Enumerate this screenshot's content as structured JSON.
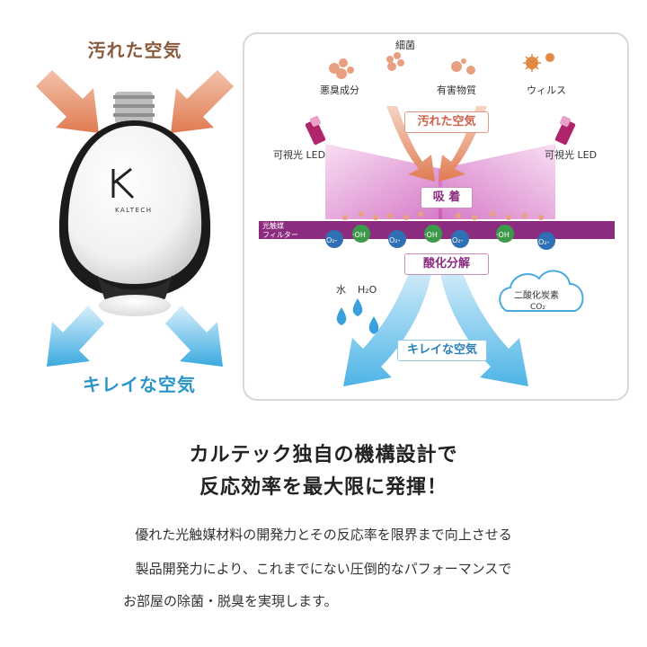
{
  "left": {
    "dirty_air_label": "汚れた空気",
    "clean_air_label": "キレイな空気",
    "bulb_brand": "KALTECH"
  },
  "diagram": {
    "germs": "細菌",
    "odor": "悪臭成分",
    "harmful": "有害物質",
    "virus": "ウィルス",
    "dirty_air": "汚れた空気",
    "led_left": "可視光 LED",
    "led_right": "可視光 LED",
    "adsorption": "吸 着",
    "filter_line1": "光触媒",
    "filter_line2": "フィルター",
    "o2": "O₂-",
    "oh": "·OH",
    "oxidation": "酸化分解",
    "water": "水",
    "h2o": "H₂O",
    "co2_line1": "二酸化炭素",
    "co2_line2": "CO₂",
    "clean_air": "キレイな空気"
  },
  "headline": {
    "line1": "カルテック独自の機構設計で",
    "line2": "反応効率を最大限に発揮！"
  },
  "body": {
    "line1": "優れた光触媒材料の開発力とその反応率を限界まで向上させる",
    "line2": "製品開発力により、これまでにない圧倒的なパフォーマンスで",
    "line3": "お部屋の除菌・脱臭を実現します。"
  },
  "colors": {
    "dirty_arrow": "#e08a62",
    "clean_arrow": "#5cbde8",
    "filter_band": "#8c2c7e",
    "led_glow": "#e7a6dc"
  }
}
